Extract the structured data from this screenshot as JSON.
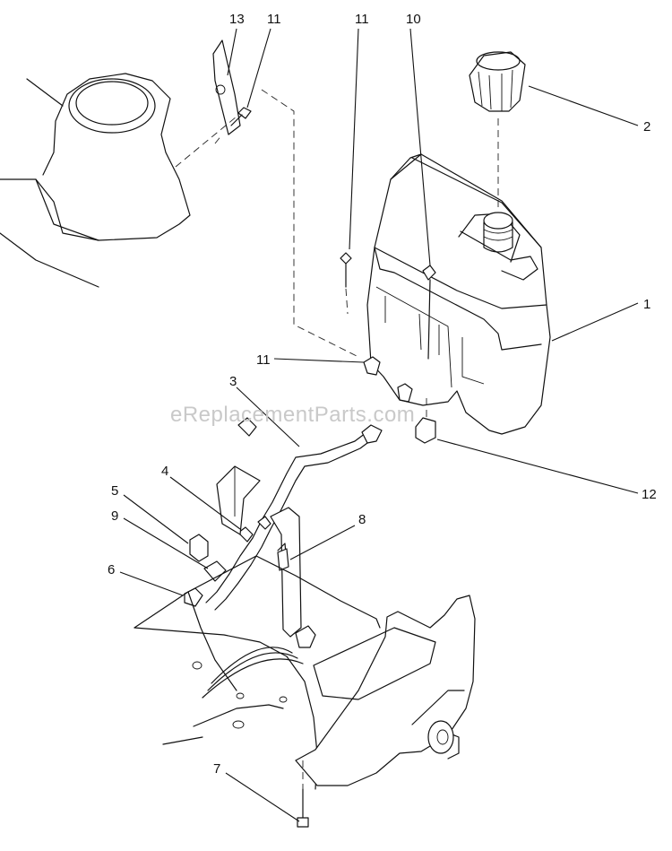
{
  "diagram": {
    "watermark": "eReplacementParts.com",
    "callouts": [
      {
        "id": "c13a",
        "label": "13"
      },
      {
        "id": "c11a",
        "label": "11"
      },
      {
        "id": "c11b",
        "label": "11"
      },
      {
        "id": "c10",
        "label": "10"
      },
      {
        "id": "c2",
        "label": "2"
      },
      {
        "id": "c1",
        "label": "1"
      },
      {
        "id": "c11c",
        "label": "11"
      },
      {
        "id": "c3",
        "label": "3"
      },
      {
        "id": "c12",
        "label": "12"
      },
      {
        "id": "c4",
        "label": "4"
      },
      {
        "id": "c5",
        "label": "5"
      },
      {
        "id": "c9",
        "label": "9"
      },
      {
        "id": "c8",
        "label": "8"
      },
      {
        "id": "c6",
        "label": "6"
      },
      {
        "id": "c7",
        "label": "7"
      }
    ]
  }
}
